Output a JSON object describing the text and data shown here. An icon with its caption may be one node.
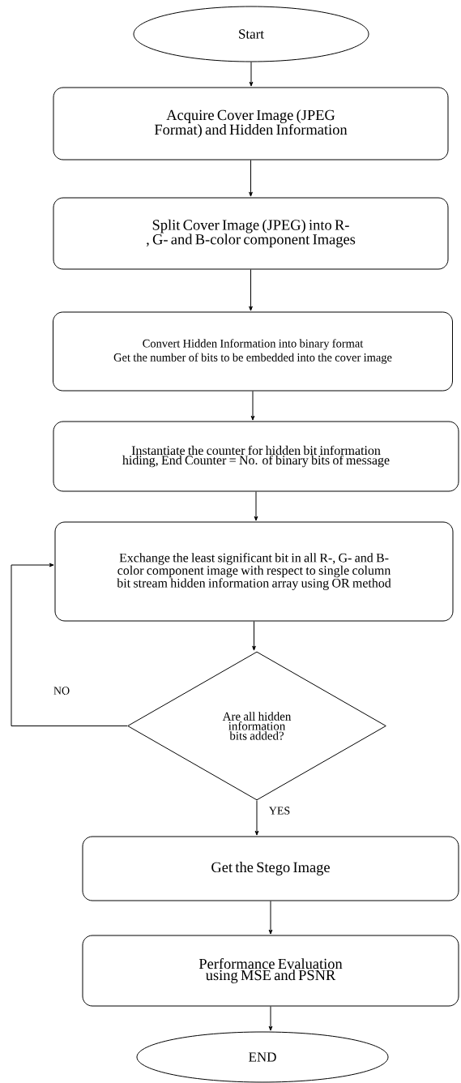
{
  "diagram": {
    "nodes": [
      {
        "text": [
          "Start"
        ]
      },
      {
        "text": [
          "Acquire Cover Image (JPEG Format) and Hidden Information"
        ]
      },
      {
        "text": [
          "Split Cover Image (JPEG) into R-, G- and B-color component Images"
        ]
      },
      {
        "text": [
          "Convert Hidden Information into binary format",
          "Get the number of bits to be embedded into the cover image"
        ]
      },
      {
        "text": [
          "Instantiate the counter for hidden bit information hiding, End Counter = No. of binary bits of message"
        ]
      },
      {
        "text": [
          "Exchange the least significant bit in all R-, G- and B-color component image with respect to single column bit stream hidden information array using OR method"
        ]
      },
      {
        "text": [
          "Are all hidden information bits added?"
        ]
      },
      {
        "text": [
          "Get the Stego Image"
        ]
      },
      {
        "text": [
          "Performance Evaluation using MSE and PSNR"
        ]
      },
      {
        "text": [
          "END"
        ]
      }
    ],
    "edges": [
      {
        "from": 0,
        "to": 1,
        "arrow": "to"
      },
      {
        "from": 1,
        "to": 2,
        "arrow": "to"
      },
      {
        "from": 2,
        "to": 3,
        "arrow": "to"
      },
      {
        "from": 3,
        "to": 4,
        "arrow": "to"
      },
      {
        "from": 4,
        "to": 5,
        "arrow": "to"
      },
      {
        "from": 5,
        "to": 6,
        "arrow": "to"
      },
      {
        "from": 6,
        "to": 5,
        "arrow": "to",
        "label": "NO"
      },
      {
        "from": 6,
        "to": 7,
        "arrow": "to",
        "label": "YES"
      },
      {
        "from": 7,
        "to": 8,
        "arrow": "to"
      },
      {
        "from": 8,
        "to": 9,
        "arrow": "to"
      }
    ]
  }
}
